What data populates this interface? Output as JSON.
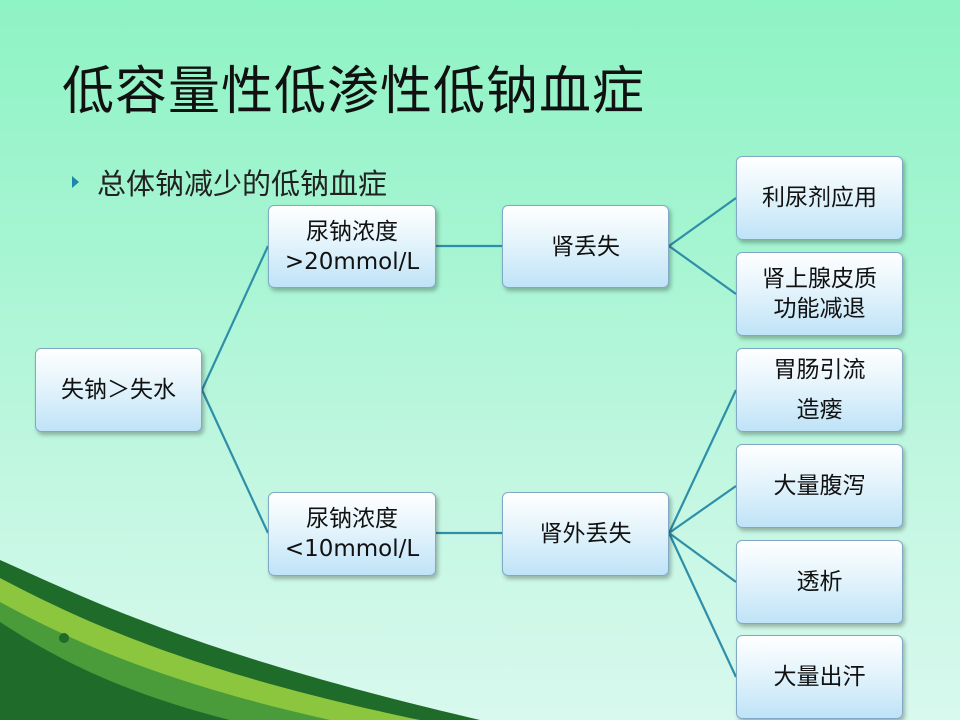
{
  "slide": {
    "title": "低容量性低渗性低钠血症",
    "bullet": "总体钠减少的低钠血症"
  },
  "diagram": {
    "root": "失钠＞失水",
    "upper_condition": {
      "line1": "尿钠浓度",
      "line2": ">20mmol/L"
    },
    "lower_condition": {
      "line1": "尿钠浓度",
      "line2": "<10mmol/L"
    },
    "renal_loss": "肾丢失",
    "extrarenal_loss": "肾外丢失",
    "renal_causes": [
      {
        "line1": "利尿剂应用",
        "line2": ""
      },
      {
        "line1": "肾上腺皮质",
        "line2": "功能减退"
      }
    ],
    "extrarenal_causes": [
      {
        "line1": "胃肠引流",
        "line2": "造瘘"
      },
      {
        "line1": "大量腹泻",
        "line2": ""
      },
      {
        "line1": "透析",
        "line2": ""
      },
      {
        "line1": "大量出汗",
        "line2": ""
      }
    ]
  },
  "colors": {
    "connector": "#2f8fa8",
    "bullet": "#1e86a6",
    "swoosh_green": "#8cc63f",
    "swoosh_dark": "#1f6b2a"
  }
}
